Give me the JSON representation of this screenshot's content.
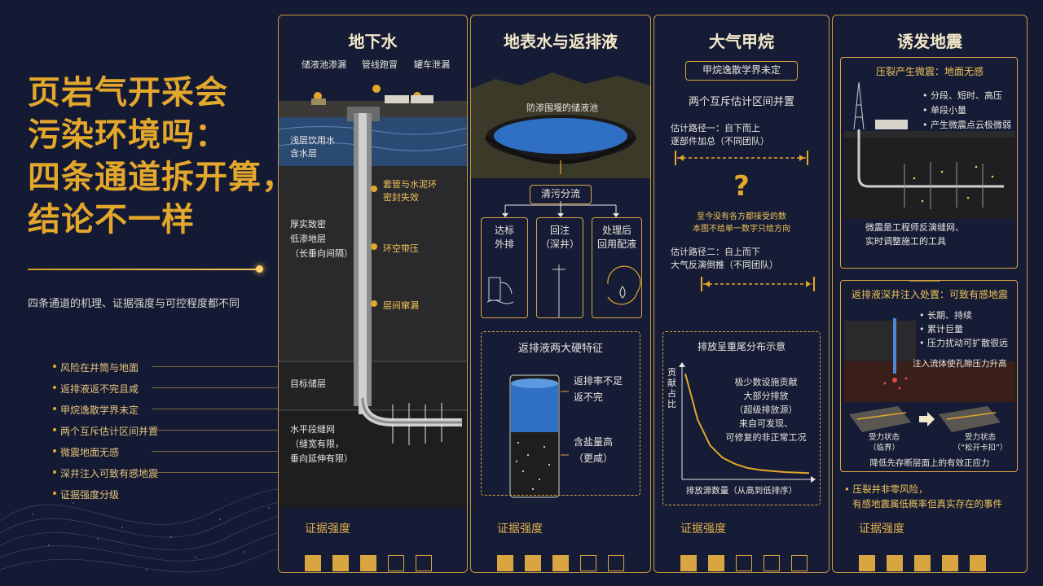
{
  "title_lines": [
    "页岩气开采会",
    "污染环境吗：",
    "四条通道拆开算，",
    "结论不一样"
  ],
  "subtitle": "四条通道的机理、证据强度与可控程度都不同",
  "legend": [
    "风险在井筒与地面",
    "返排液返不完且咸",
    "甲烷逸散学界未定",
    "两个互斥估计区间并置",
    "微震地面无感",
    "深井注入可致有感地震",
    "证据强度分级"
  ],
  "evidence_label": "证据强度",
  "colors": {
    "accent": "#d8a540",
    "bg": "#141a33"
  },
  "panel1": {
    "title": "地下水",
    "top_labels": [
      "储液池渗漏",
      "管线跑冒",
      "罐车泄漏"
    ],
    "layers": [
      "浅层饮用水",
      "含水层",
      "厚实致密",
      "低渗地层",
      "（长垂向间隔）",
      "目标储层"
    ],
    "callouts": [
      "套管与水泥环",
      "密封失效",
      "环空带压",
      "层间窜漏"
    ],
    "lateral": [
      "水平段缝网",
      "（缝宽有限，",
      "垂向延伸有限）"
    ],
    "evidence": [
      true,
      true,
      true,
      false,
      false
    ]
  },
  "panel2": {
    "title": "地表水与返排液",
    "pond_label": "防渗围堰的储液池",
    "sort_label": "清污分流",
    "options": [
      [
        "达标",
        "外排"
      ],
      [
        "回注",
        "（深井）"
      ],
      [
        "处理后",
        "回用配液"
      ]
    ],
    "features_title": "返排液两大硬特征",
    "features": [
      [
        "返排率不足",
        "返不完"
      ],
      [
        "含盐量高",
        "（更咸）"
      ]
    ],
    "evidence": [
      true,
      true,
      true,
      false,
      false
    ]
  },
  "panel3": {
    "title": "大气甲烷",
    "tag": "甲烷逸散学界未定",
    "headline": "两个互斥估计区间并置",
    "path1": [
      "估计路径一：自下而上",
      "逐部件加总（不同团队）"
    ],
    "question": "?",
    "note": [
      "至今没有各方都接受的数",
      "本图不给单一数字只给方向"
    ],
    "path2": [
      "估计路径二：自上而下",
      "大气反演倒推（不同团队）"
    ],
    "dist_title": "排放呈重尾分布示意",
    "ylabel": [
      "贡",
      "献",
      "占",
      "比"
    ],
    "xlabel": "排放源数量（从高到低排序）",
    "dist_note": [
      "极少数设施贡献",
      "大部分排放",
      "（超级排放源）",
      "来自可发现、",
      "可修复的非正常工况"
    ],
    "evidence": [
      true,
      true,
      false,
      false,
      false
    ]
  },
  "panel4": {
    "title": "诱发地震",
    "box1_title": "压裂产生微震：地面无感",
    "box1_bullets": [
      "分段、短时、高压",
      "单段小量",
      "产生微震点云极微弱"
    ],
    "box1_caption": [
      "微震是工程师反演缝网、",
      "实时调整施工的工具"
    ],
    "box2_title": "返排液深井注入处置：可致有感地震",
    "box2_bullets": [
      "长期、持续",
      "累计巨量",
      "压力扰动可扩散很远"
    ],
    "box2_inject": "注入流体使孔隙压力升高",
    "stress": [
      [
        "受力状态",
        "（临界）"
      ],
      [
        "受力状态",
        "（“松开卡扣”）"
      ]
    ],
    "box2_caption": "降低先存断层面上的有效正应力",
    "footnote": [
      "压裂并非零风险，",
      "有感地震属低概率但真实存在的事件"
    ],
    "evidence": [
      true,
      true,
      true,
      true,
      true
    ]
  },
  "chart_data": {
    "type": "line",
    "title": "排放呈重尾分布示意",
    "xlabel": "排放源数量（从高到低排序）",
    "ylabel": "贡献占比",
    "x": [
      0,
      1,
      2,
      3,
      4,
      5,
      6,
      7,
      8,
      9,
      10
    ],
    "y": [
      100,
      55,
      30,
      18,
      12,
      8,
      6,
      5,
      4,
      3.5,
      3
    ]
  }
}
